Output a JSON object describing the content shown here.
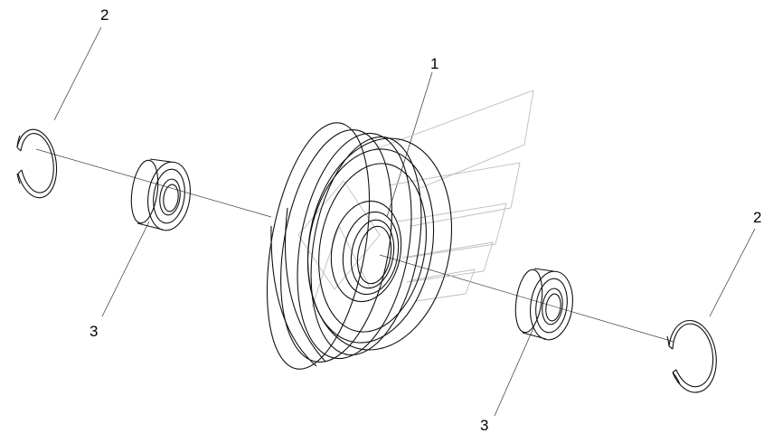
{
  "callouts": [
    {
      "id": "label-2-top",
      "text": "2"
    },
    {
      "id": "label-1",
      "text": "1"
    },
    {
      "id": "label-3-left",
      "text": "3"
    },
    {
      "id": "label-2-right",
      "text": "2"
    },
    {
      "id": "label-3-bottom",
      "text": "3"
    }
  ],
  "parts": {
    "pulley": "pulley",
    "bearing": "bearing",
    "circlip": "circlip"
  }
}
